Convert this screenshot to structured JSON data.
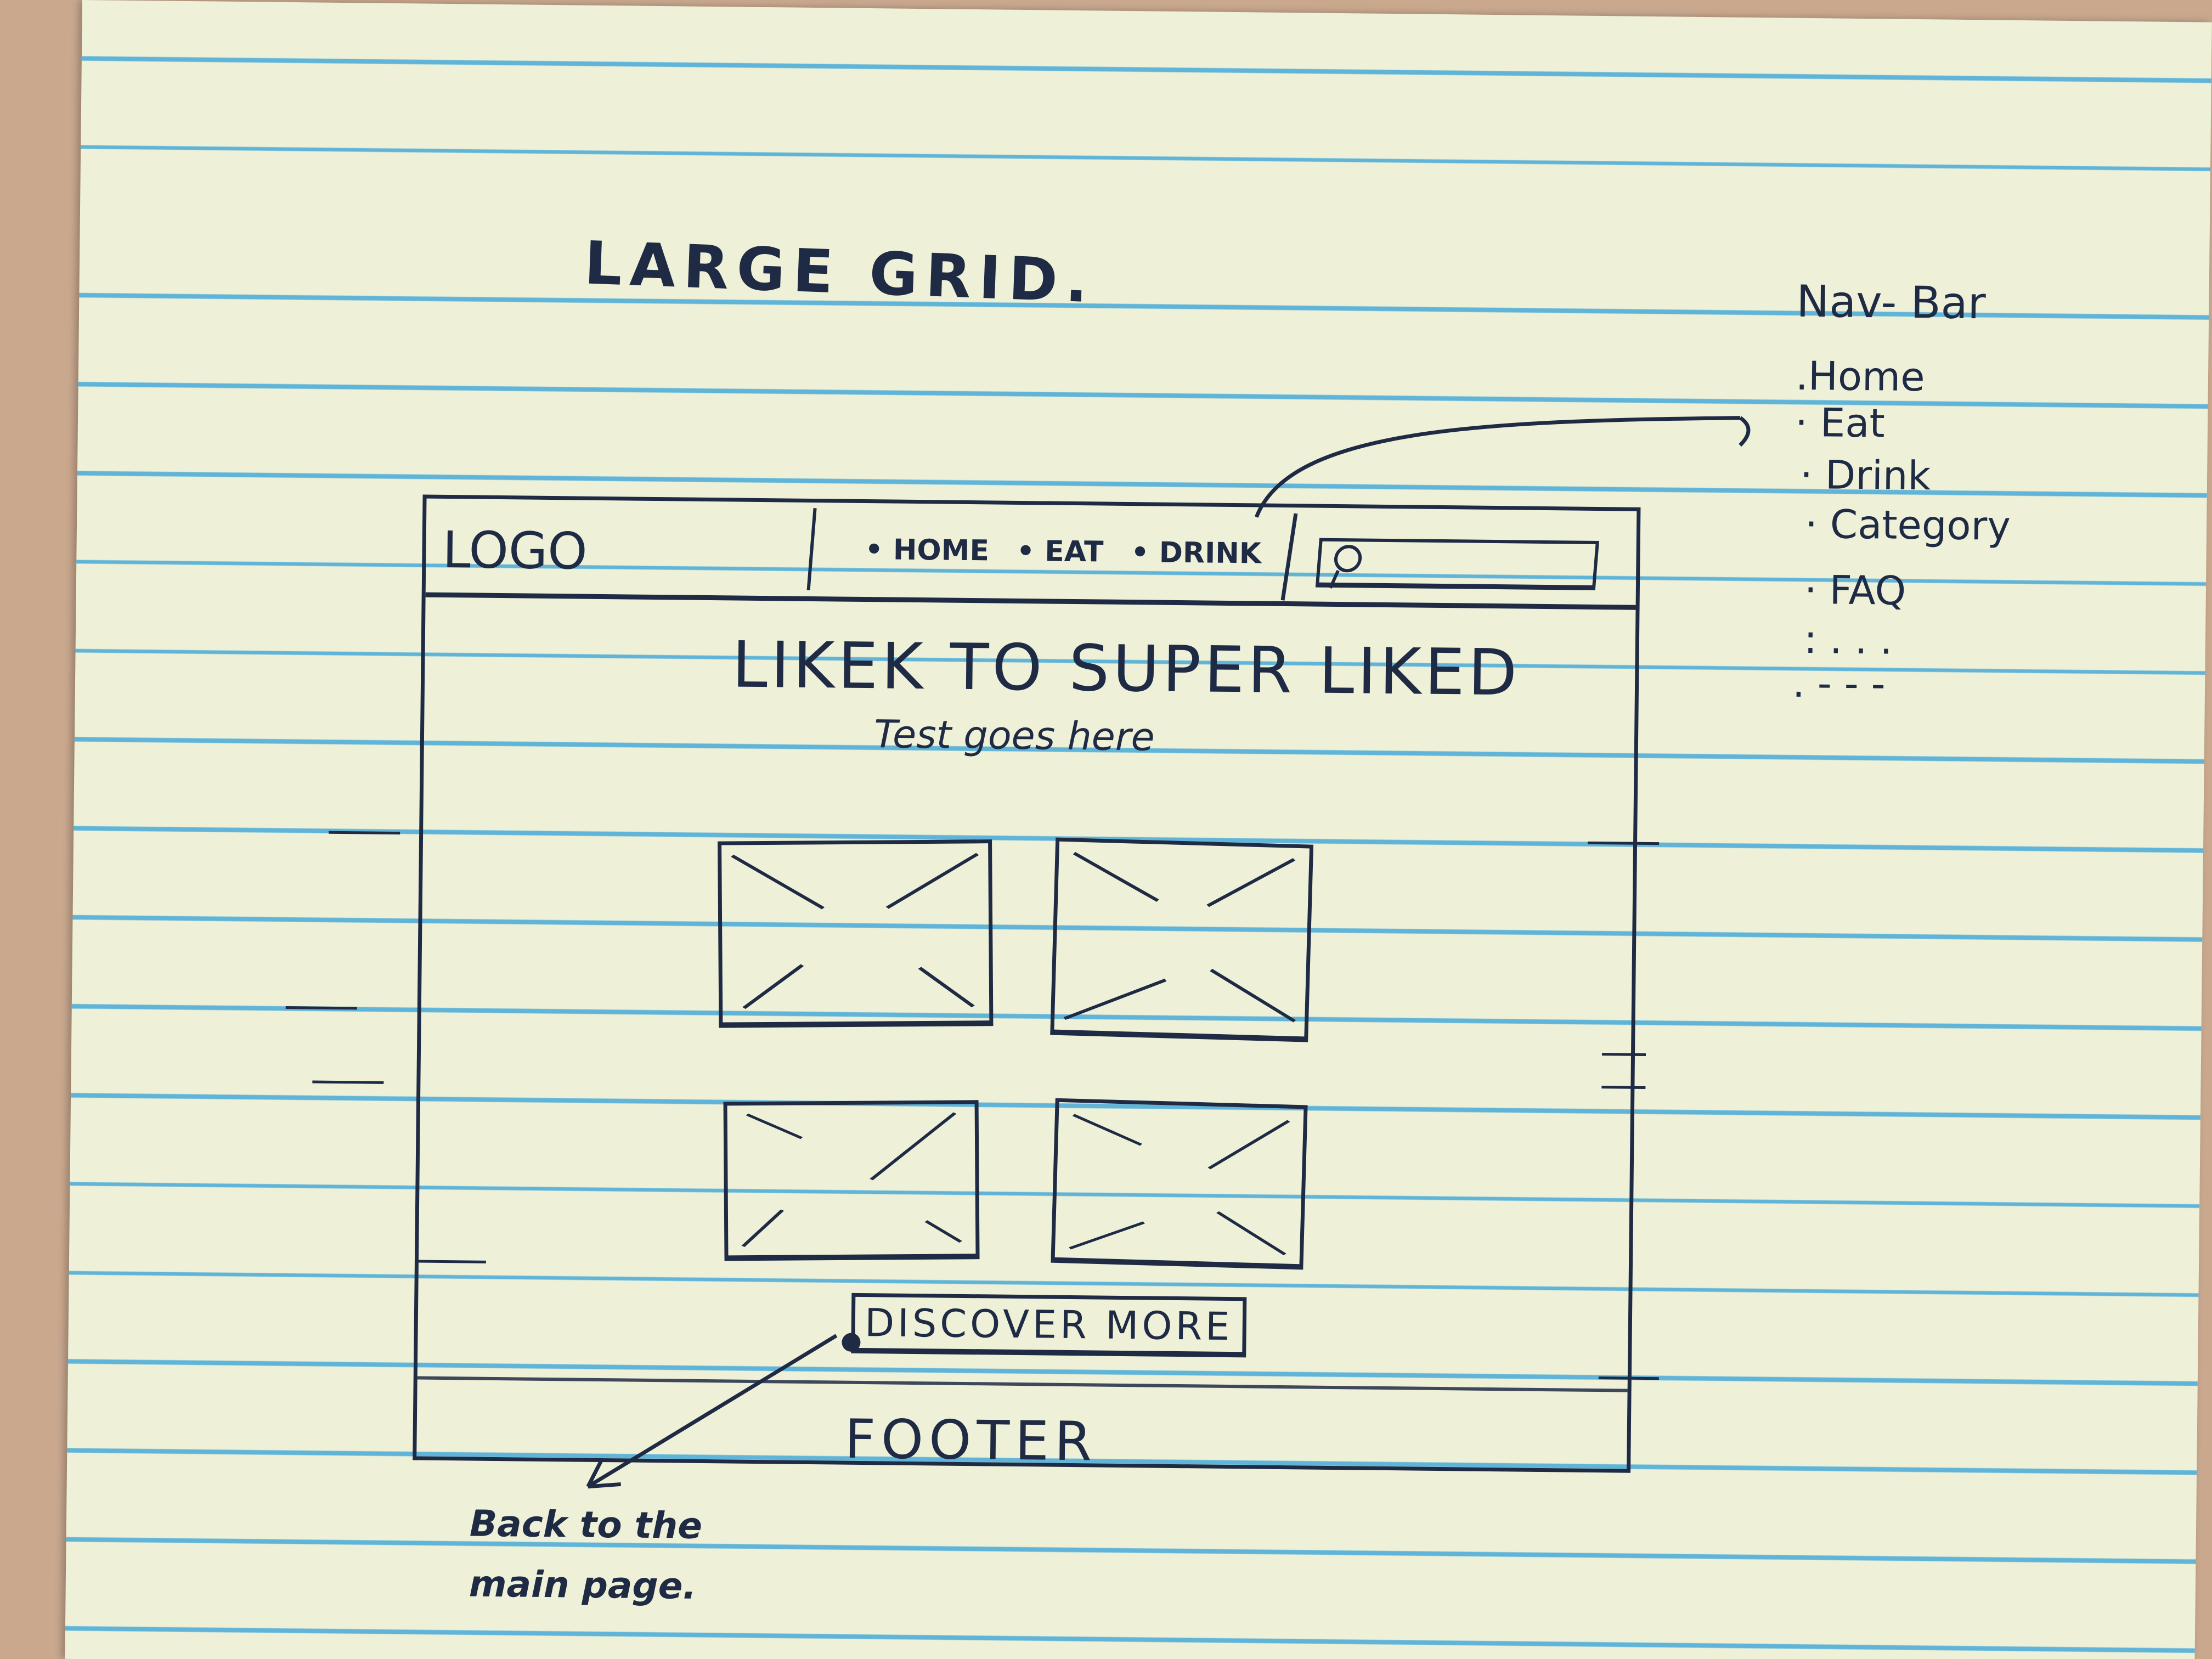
{
  "sheet": {
    "title": "LARGE GRID."
  },
  "nav_notes": {
    "title": "Nav- Bar",
    "items": [
      ".Home",
      "· Eat",
      "· Drink",
      "· Category",
      "· FAQ",
      ": . . .",
      ". - - -"
    ]
  },
  "wireframe": {
    "logo": "LOGO",
    "nav_links": [
      "HOME",
      "EAT",
      "DRINK"
    ],
    "hero_title": "LIKEK TO SUPER LIKED",
    "hero_subtitle": "Test goes here",
    "discover_label": "DISCOVER MORE",
    "footer": "FOOTER"
  },
  "annotations": {
    "back_note": "Back to the main page."
  },
  "colors": {
    "ink": "#1f2a44",
    "paper": "#eef1d8",
    "rule_lines": "#5fb4d8",
    "desk": "#c9a88e"
  }
}
